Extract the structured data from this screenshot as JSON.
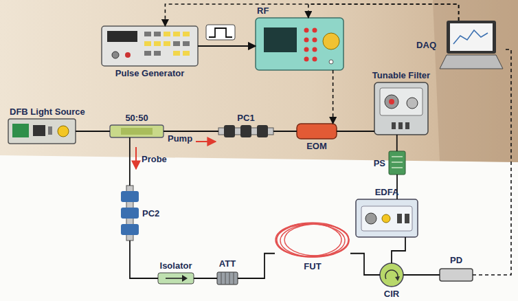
{
  "diagram": {
    "nodes": [
      {
        "text": [
          "Pulse Generator"
        ]
      },
      {
        "text": [
          "RF"
        ]
      },
      {
        "text": [
          "DAQ"
        ]
      },
      {
        "text": [
          "DFB Light Source"
        ]
      },
      {
        "text": [
          "50:50"
        ]
      },
      {
        "text": [
          "PC1"
        ]
      },
      {
        "text": [
          "EOM"
        ]
      },
      {
        "text": [
          "Tunable Filter"
        ]
      },
      {
        "text": [
          "PS"
        ]
      },
      {
        "text": [
          "EDFA"
        ]
      },
      {
        "text": [
          "PC2"
        ]
      },
      {
        "text": [
          "Isolator"
        ]
      },
      {
        "text": [
          "ATT"
        ]
      },
      {
        "text": [
          "FUT"
        ]
      },
      {
        "text": [
          "CIR"
        ]
      },
      {
        "text": [
          "PD"
        ]
      }
    ],
    "edges": [
      {
        "from": 0,
        "to": 1,
        "arrow": "to"
      },
      {
        "from": 1,
        "to": 6,
        "arrow": "to"
      },
      {
        "from": 2,
        "to": 0,
        "arrow": "to"
      },
      {
        "from": 2,
        "to": 1,
        "arrow": "to"
      },
      {
        "from": 3,
        "to": 4,
        "arrow": "none"
      },
      {
        "from": 4,
        "to": 5,
        "arrow": "none"
      },
      {
        "from": 5,
        "to": 6,
        "arrow": "none"
      },
      {
        "from": 6,
        "to": 7,
        "arrow": "none"
      },
      {
        "from": 7,
        "to": 8,
        "arrow": "none"
      },
      {
        "from": 8,
        "to": 9,
        "arrow": "none"
      },
      {
        "from": 9,
        "to": 14,
        "arrow": "none"
      },
      {
        "from": 4,
        "to": 10,
        "arrow": "none"
      },
      {
        "from": 10,
        "to": 11,
        "arrow": "none"
      },
      {
        "from": 11,
        "to": 12,
        "arrow": "none"
      },
      {
        "from": 12,
        "to": 13,
        "arrow": "none"
      },
      {
        "from": 13,
        "to": 14,
        "arrow": "none"
      },
      {
        "from": 14,
        "to": 15,
        "arrow": "none"
      },
      {
        "from": 15,
        "to": 2,
        "arrow": "none"
      }
    ],
    "labels": [
      "Pump",
      "Probe"
    ]
  }
}
